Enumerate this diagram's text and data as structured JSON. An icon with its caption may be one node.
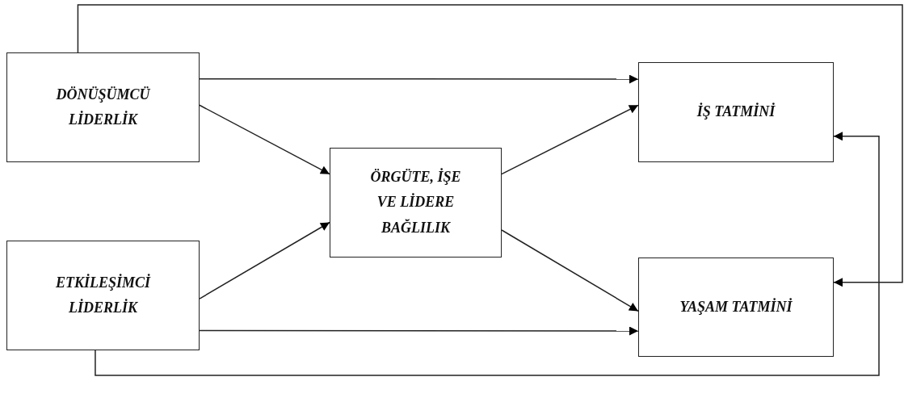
{
  "diagram": {
    "nodes": [
      {
        "text": [
          "DÖNÜŞÜMCÜ LİDERLİK"
        ]
      },
      {
        "text": [
          "İŞ TATMİNİ"
        ]
      },
      {
        "text": [
          "ÖRGÜTE, İŞE VE LİDERE BAĞLILIK"
        ]
      },
      {
        "text": [
          "ETKİLEŞİMCİ LİDERLİK"
        ]
      },
      {
        "text": [
          "YAŞAM TATMİNİ"
        ]
      }
    ],
    "edges": [
      {
        "from": 0,
        "to": 1,
        "arrow": "to"
      },
      {
        "from": 0,
        "to": 2,
        "arrow": "to"
      },
      {
        "from": 3,
        "to": 2,
        "arrow": "to"
      },
      {
        "from": 3,
        "to": 4,
        "arrow": "to"
      },
      {
        "from": 2,
        "to": 1,
        "arrow": "to"
      },
      {
        "from": 2,
        "to": 4,
        "arrow": "to"
      },
      {
        "from": 0,
        "to": 4,
        "arrow": "to"
      },
      {
        "from": 3,
        "to": 1,
        "arrow": "to"
      }
    ]
  }
}
